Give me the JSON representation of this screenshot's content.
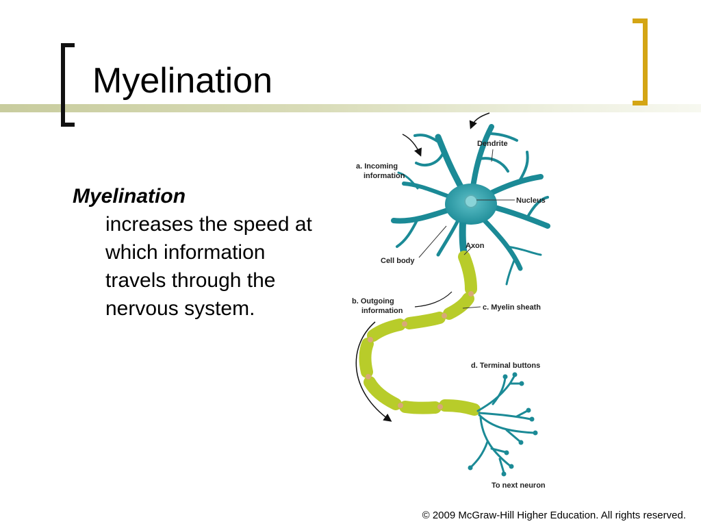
{
  "slide": {
    "title": "Myelination",
    "body": {
      "term": "Myelination",
      "definition": "increases the speed at which information travels through the nervous system."
    },
    "footer": "© 2009 McGraw-Hill Higher Education. All rights reserved."
  },
  "diagram": {
    "labels": {
      "dendrite": "Dendrite",
      "incoming_a": "a. Incoming",
      "incoming_b": "information",
      "nucleus": "Nucleus",
      "axon": "Axon",
      "cell_body": "Cell body",
      "outgoing_a": "b. Outgoing",
      "outgoing_b": "information",
      "myelin": "c. Myelin sheath",
      "terminal": "d. Terminal buttons",
      "next": "To next neuron"
    },
    "colors": {
      "neuron": "#1b8a96",
      "myelin": "#b8cc2a",
      "node": "#d8a878"
    }
  }
}
